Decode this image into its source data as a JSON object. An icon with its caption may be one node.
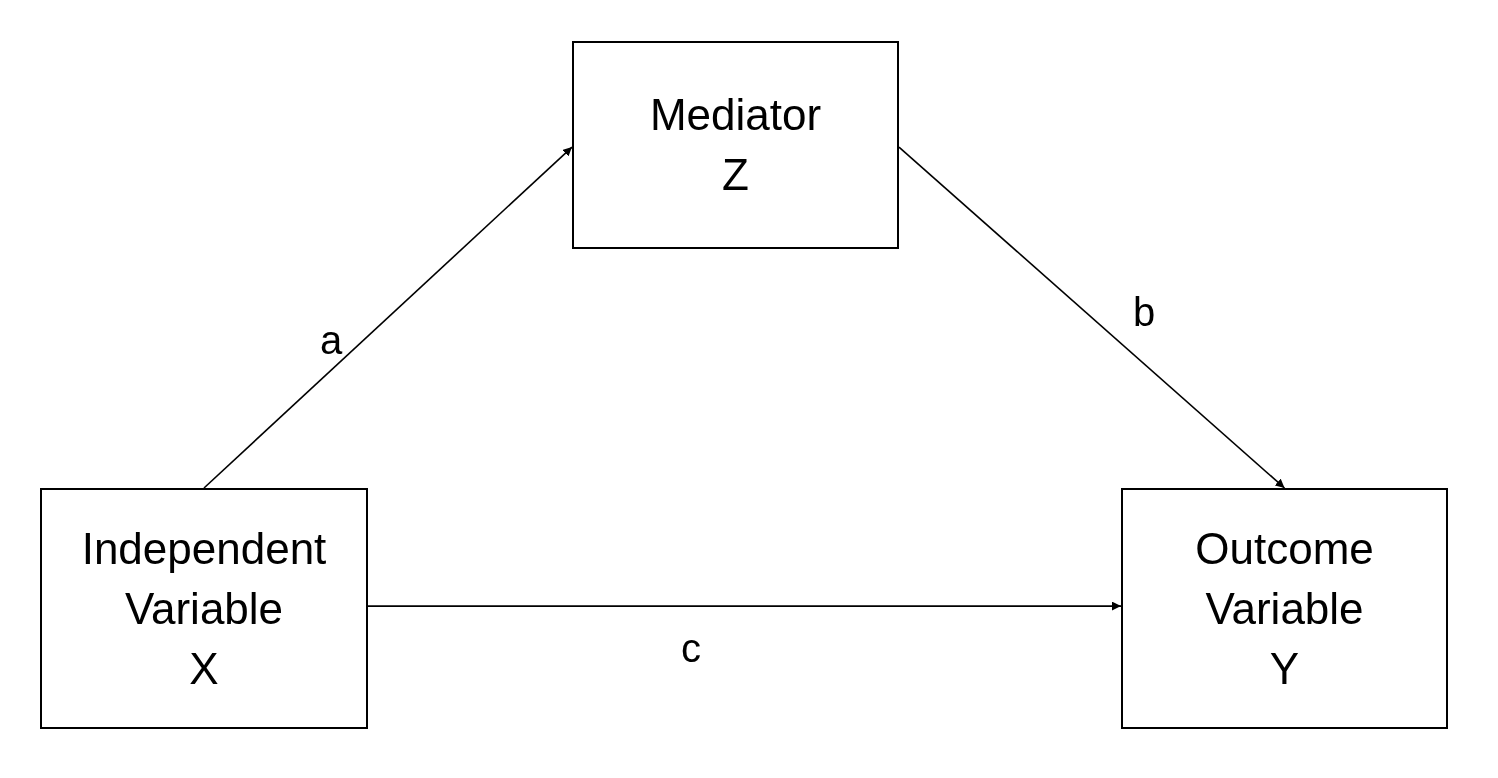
{
  "diagram": {
    "nodes": [
      {
        "text": [
          "Mediator",
          "Z"
        ]
      },
      {
        "text": [
          "Independent",
          "Variable",
          "X"
        ]
      },
      {
        "text": [
          "Outcome",
          "Variable",
          "Y"
        ]
      }
    ],
    "edges": [
      {
        "from": 1,
        "to": 0,
        "arrow": "to",
        "label": "a"
      },
      {
        "from": 0,
        "to": 2,
        "arrow": "to",
        "label": "b"
      },
      {
        "from": 1,
        "to": 2,
        "arrow": "to",
        "label": "c"
      }
    ]
  }
}
